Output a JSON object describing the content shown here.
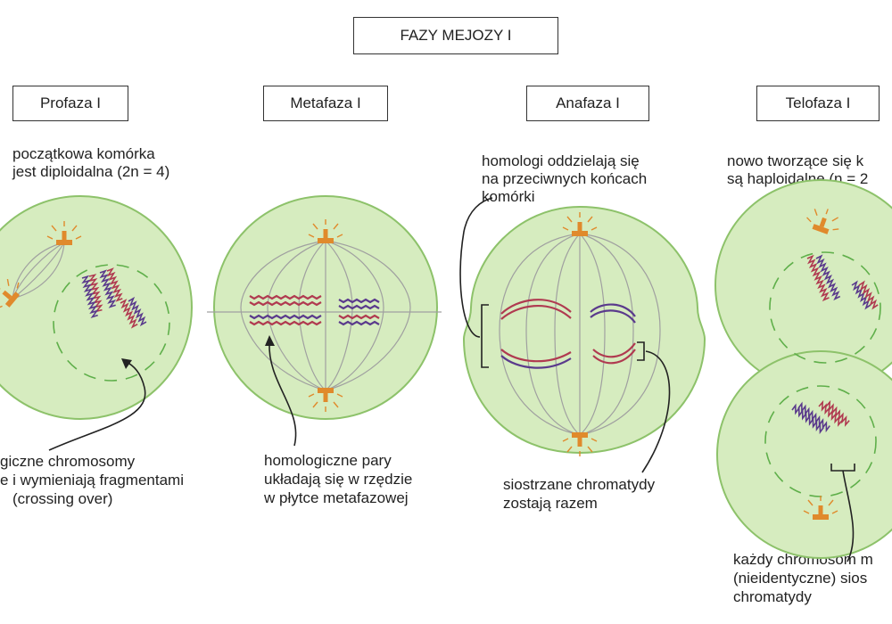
{
  "title": "FAZY MEJOZY I",
  "phases": [
    {
      "name": "Profaza I",
      "top_lines": [
        "początkowa komórka",
        "jest diploidalna (2n = 4)"
      ],
      "bottom_lines": [
        "giczne chromosomy",
        "e i wymieniają fragmentami",
        "(crossing over)"
      ]
    },
    {
      "name": "Metafaza I",
      "top_lines": [],
      "bottom_lines": [
        "homologiczne pary",
        "układają się w rzędzie",
        "w płytce metafazowej"
      ]
    },
    {
      "name": "Anafaza I",
      "top_lines": [
        "homologi oddzielają się",
        "na przeciwnych końcach",
        "komórki"
      ],
      "bottom_lines": [
        "siostrzane chromatydy",
        "zostają razem"
      ]
    },
    {
      "name": "Telofaza I",
      "top_lines": [
        "nowo tworzące się k",
        "są haploidalne (n = 2"
      ],
      "bottom_lines": [
        "każdy chromosom m",
        "(nieidentyczne) sios",
        "chromatydy"
      ]
    }
  ],
  "colors": {
    "cell_fill": "#d6ecbf",
    "cell_stroke": "#8dc26a",
    "nucleus_dash": "#5faf4a",
    "spindle": "#9a9a9a",
    "chromosome_red": "#b03a50",
    "chromosome_purple": "#5a3a8c",
    "centrosome": "#e08a2c"
  }
}
